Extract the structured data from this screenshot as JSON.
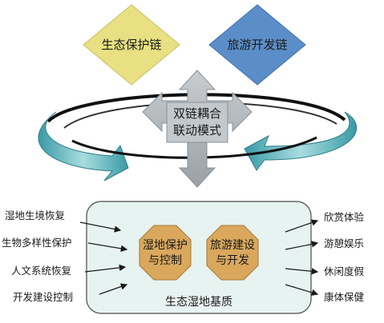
{
  "top": {
    "left_chain": "生态保护链",
    "right_chain": "旅游开发链"
  },
  "center": {
    "line1": "双链耦合",
    "line2": "联动模式"
  },
  "base": {
    "title": "生态湿地基质",
    "left_octagon": {
      "line1": "湿地保护",
      "line2": "与控制"
    },
    "right_octagon": {
      "line1": "旅游建设",
      "line2": "与开发"
    }
  },
  "left_items": [
    "湿地生境恢复",
    "生物多样性保护",
    "人文系统恢复",
    "开发建设控制"
  ],
  "right_items": [
    "欣赏体验",
    "游憩娱乐",
    "休闲度假",
    "康体保健"
  ],
  "colors": {
    "diamond_left": "#e8e082",
    "diamond_right": "#5b8ec9",
    "ring_teal": "#6fc1c7",
    "cross": "#b7bcc0",
    "box_fill": "#e7f3f1",
    "octagon": "#d9a85c"
  }
}
